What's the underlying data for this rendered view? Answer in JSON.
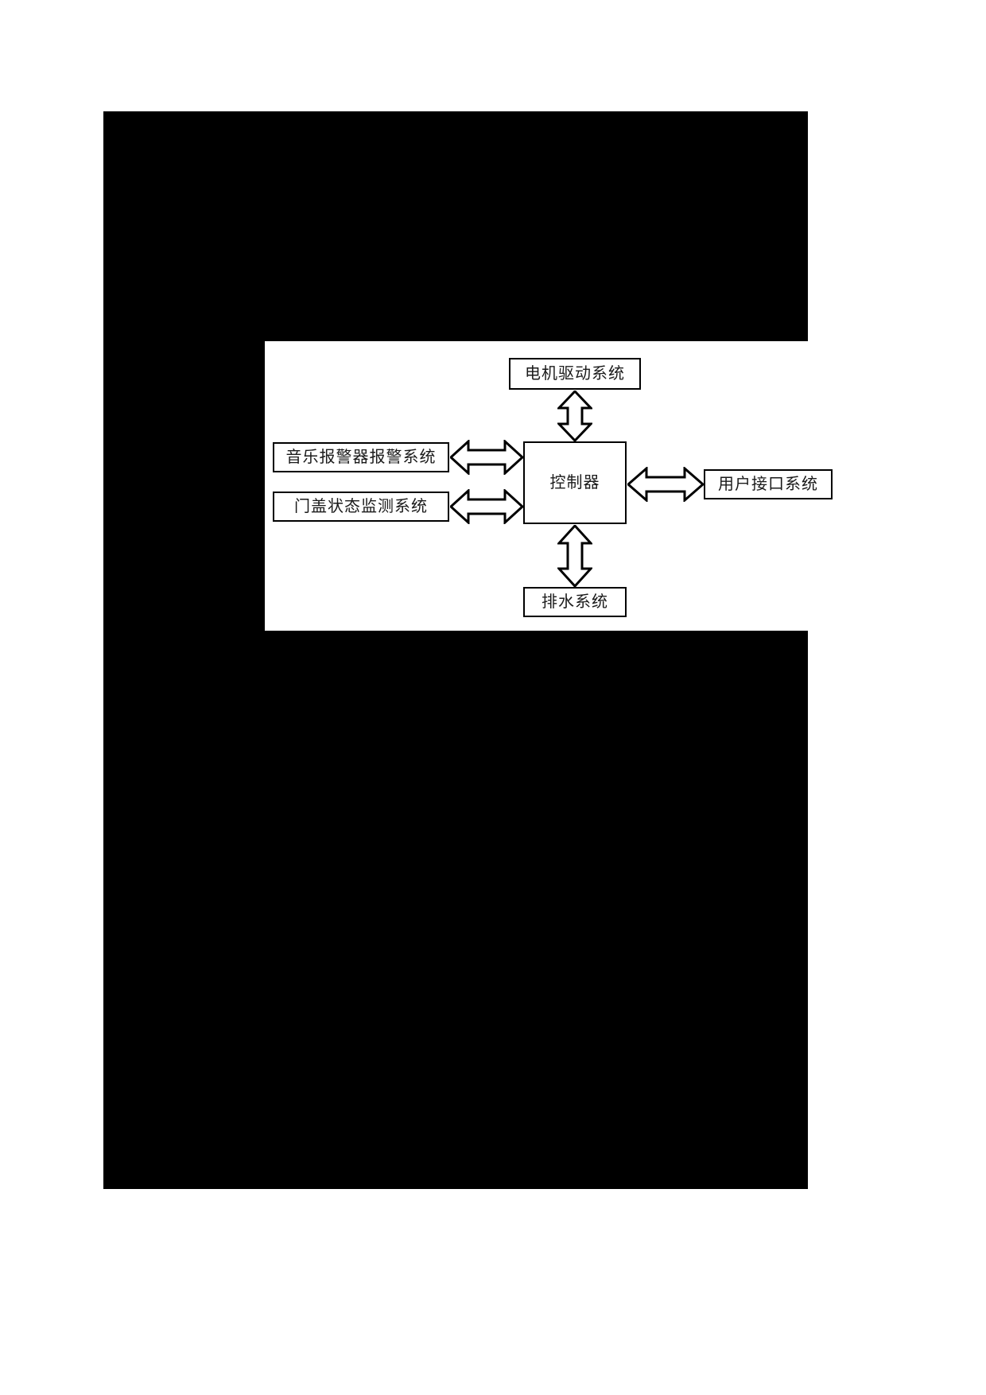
{
  "page": {
    "background_color": "#ffffff",
    "sheet_color": "#000000",
    "panel_color": "#ffffff"
  },
  "diagram": {
    "type": "block-diagram",
    "title": "",
    "nodes": [
      {
        "id": "motor",
        "label": "电机驱动系统",
        "position": "top"
      },
      {
        "id": "alarm",
        "label": "音乐报警器报警系统",
        "position": "left-upper"
      },
      {
        "id": "lid",
        "label": "门盖状态监测系统",
        "position": "left-lower"
      },
      {
        "id": "controller",
        "label": "控制器",
        "position": "center"
      },
      {
        "id": "ui",
        "label": "用户接口系统",
        "position": "right"
      },
      {
        "id": "drain",
        "label": "排水系统",
        "position": "bottom"
      }
    ],
    "edges": [
      {
        "from": "controller",
        "to": "motor",
        "style": "double-headed-block-arrow",
        "orientation": "vertical"
      },
      {
        "from": "alarm",
        "to": "controller",
        "style": "double-headed-block-arrow",
        "orientation": "horizontal"
      },
      {
        "from": "lid",
        "to": "controller",
        "style": "double-headed-block-arrow",
        "orientation": "horizontal"
      },
      {
        "from": "controller",
        "to": "ui",
        "style": "double-headed-block-arrow",
        "orientation": "horizontal"
      },
      {
        "from": "controller",
        "to": "drain",
        "style": "double-headed-block-arrow",
        "orientation": "vertical"
      }
    ],
    "colors": {
      "box_border": "#000000",
      "box_fill": "#ffffff",
      "arrow_outline": "#000000",
      "arrow_fill": "#ffffff",
      "text": "#1a1a1a"
    }
  }
}
